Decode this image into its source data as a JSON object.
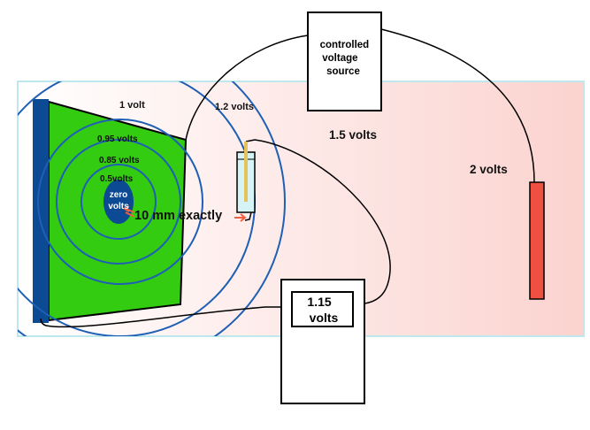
{
  "labels": {
    "one_volt": "1 volt",
    "one_point_two": "1.2 volts",
    "point_95": "0.95 volts",
    "point_85": "0.85 volts",
    "point_5": "0.5volts",
    "zero_line1": "zero",
    "zero_line2": "volts",
    "distance": "10 mm exactly",
    "one_point_five": "1.5 volts",
    "two_volts": "2 volts"
  },
  "source": {
    "line1": "controlled",
    "line2": "voltage",
    "line3": "source"
  },
  "meter": {
    "line1": "1.15",
    "line2": "volts"
  },
  "colors": {
    "plate_green": "#33cc11",
    "plate_edge_blue": "#0d4a94",
    "equipotential_blue": "#1f5fb5",
    "electrode_red": "#f05040",
    "tank_pink": "#fbd3cf",
    "arrow_orange": "#f06040"
  }
}
